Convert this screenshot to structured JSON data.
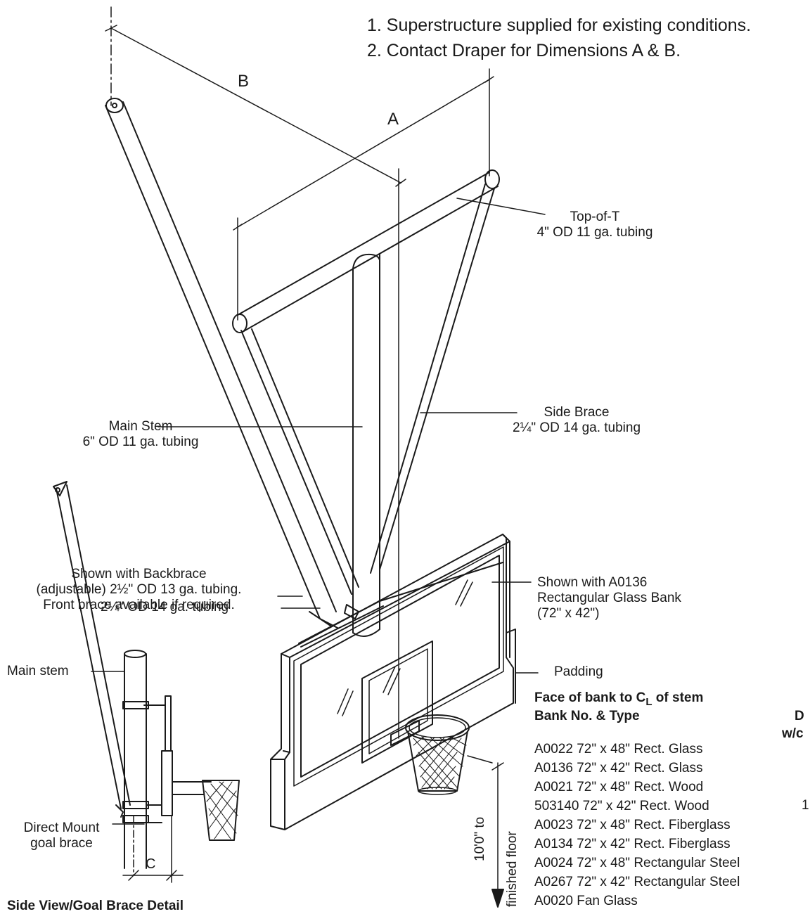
{
  "notes": [
    "1. Superstructure supplied for existing conditions.",
    "2. Contact Draper for Dimensions A & B."
  ],
  "dimensions": {
    "a": "A",
    "b": "B",
    "c": "C"
  },
  "callouts": {
    "top_of_t": {
      "line1": "Top-of-T",
      "line2": "4\" OD 11 ga. tubing"
    },
    "main_stem": {
      "line1": "Main Stem",
      "line2": "6\" OD 11 ga. tubing"
    },
    "side_brace": {
      "line1": "Side Brace",
      "line2": "2¼\" OD 14 ga. tubing"
    },
    "backbrace": {
      "line1": "Shown with Backbrace",
      "line2": "(adjustable) 2½\" OD 13 ga. tubing.",
      "line3": "Front brace available if required."
    },
    "lower_brace": "2¼\" OD 14 ga. tubing",
    "glass_bank": {
      "line1": "Shown with A0136",
      "line2": "Rectangular Glass Bank",
      "line3": "(72\" x 42\")"
    },
    "padding": "Padding",
    "floor": {
      "line1": "10'0\" to",
      "line2": "finished floor"
    }
  },
  "detail": {
    "main_stem": "Main stem",
    "goal_brace": {
      "line1": "Direct Mount",
      "line2": "goal brace"
    },
    "title": "Side View/Goal Brace Detail"
  },
  "table": {
    "heading1": "Face of bank to C",
    "heading1_sub": "L",
    "heading1_tail": " of stem",
    "heading2": "Bank No. & Type",
    "rows": [
      "A0022 72\" x 48\" Rect. Glass",
      "A0136 72\" x 42\" Rect. Glass",
      "A0021 72\" x 48\" Rect. Wood",
      "503140 72\" x 42\" Rect. Wood",
      "A0023 72\" x 48\" Rect. Fiberglass",
      "A0134 72\" x 42\" Rect. Fiberglass",
      "A0024 72\" x 48\" Rectangular Steel",
      "A0267 72\" x 42\" Rectangular Steel",
      "A0020 Fan Glass"
    ]
  },
  "right_edge": {
    "line1": "D",
    "line2": "w/c",
    "line3": "1"
  }
}
